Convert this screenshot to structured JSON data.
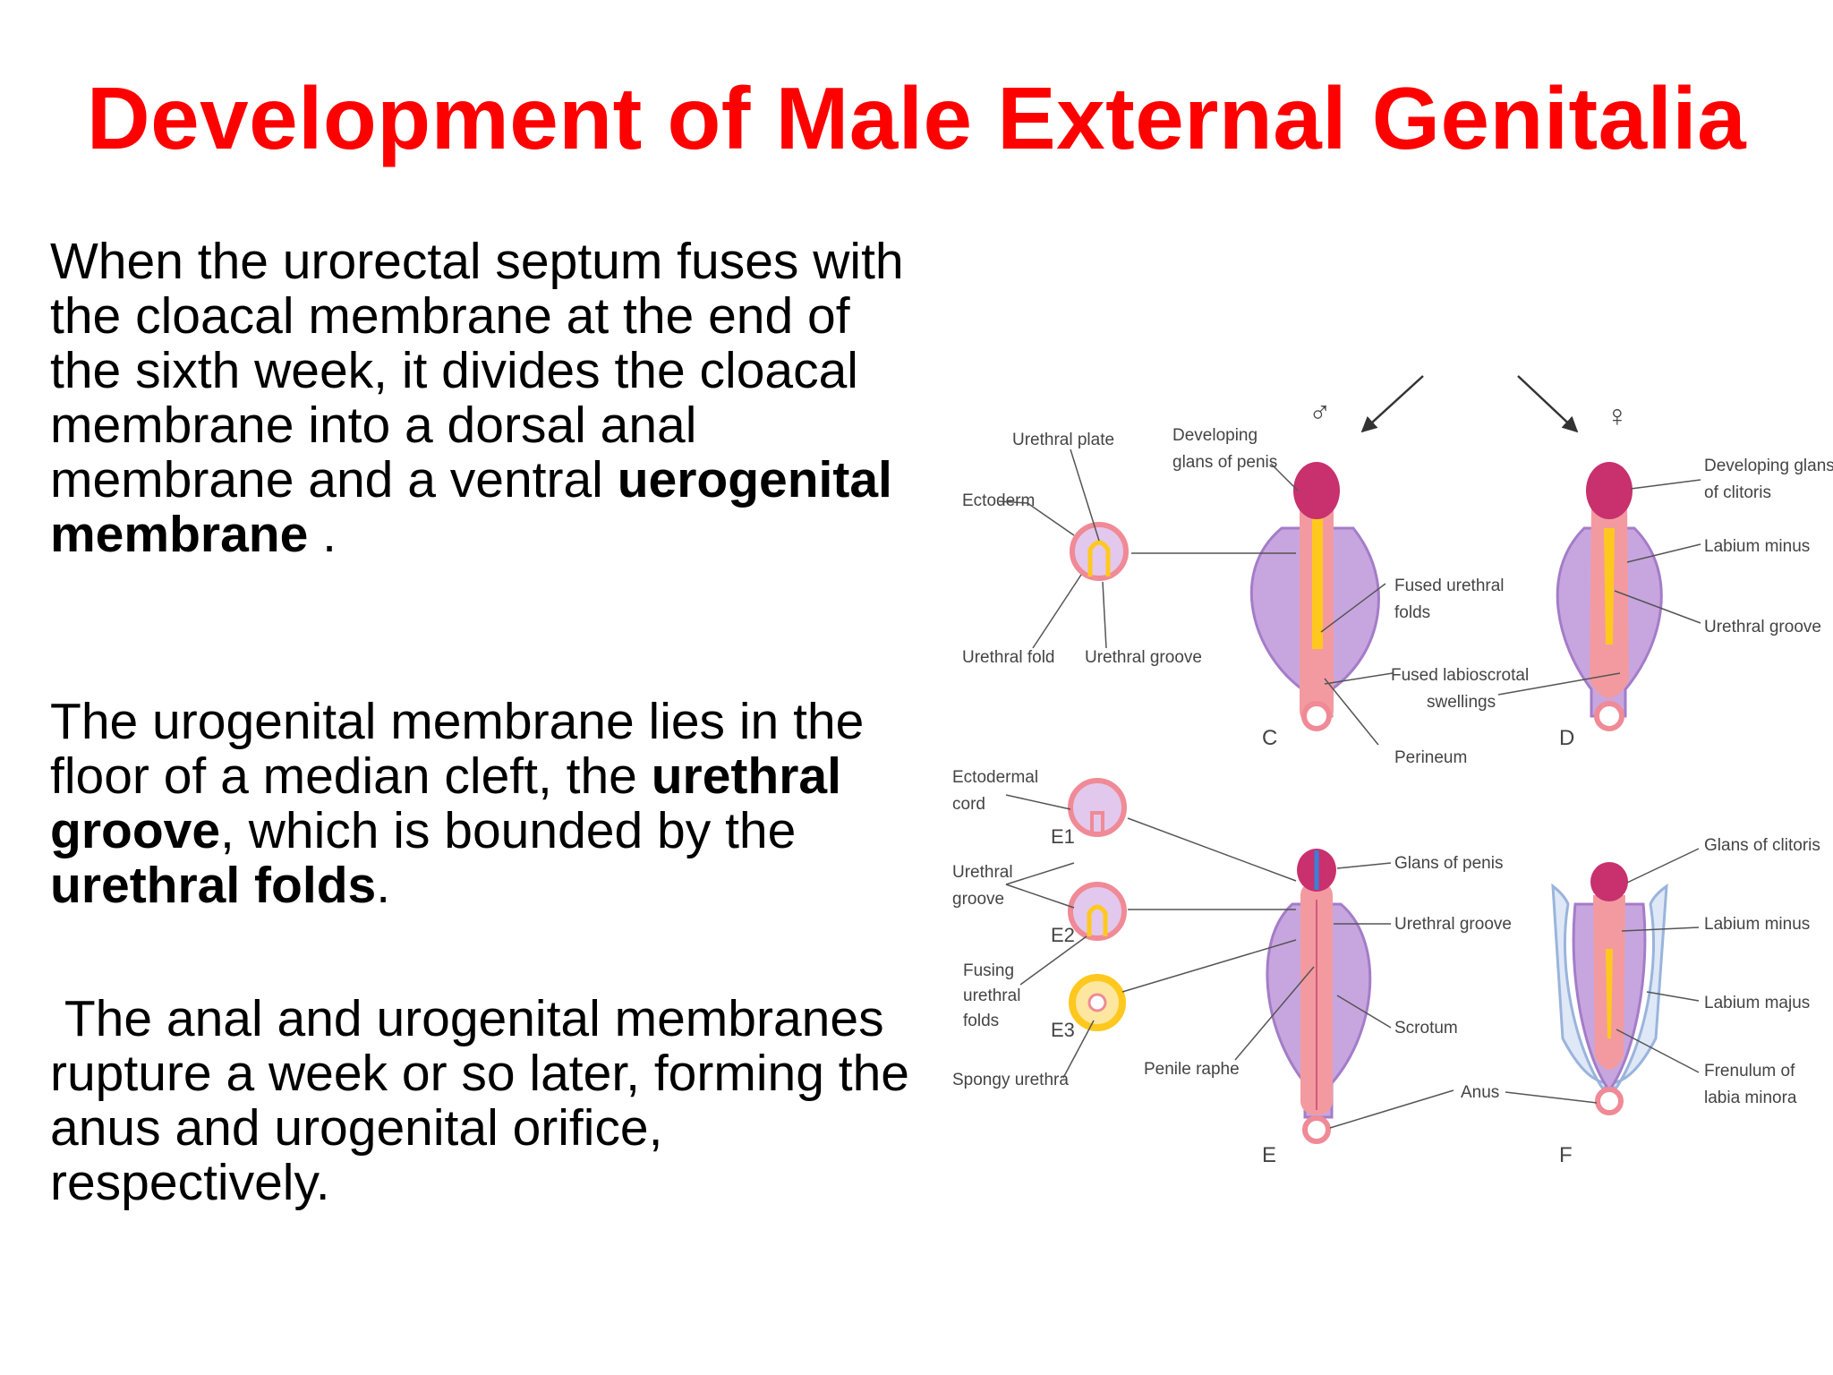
{
  "title": "Development of Male External Genitalia",
  "paragraphs": [
    {
      "pre": "When the urorectal septum fuses with the cloacal membrane at the end of the sixth week, it divides the cloacal membrane into a dorsal anal membrane and a ventral ",
      "bold1": "uerogenital membrane",
      "post": " ."
    },
    {
      "pre": "The urogenital membrane lies in the floor of a median cleft, the ",
      "bold1": "urethral groove",
      "mid": ", which is bounded by the ",
      "bold2": "urethral folds",
      "post": "."
    },
    {
      "pre": " The anal and urogenital membranes rupture a week or so later, forming the anus and urogenital orifice, respectively."
    }
  ],
  "diagram": {
    "male_symbol": "♂",
    "female_symbol": "♀",
    "panels": {
      "c": "C",
      "d": "D",
      "e": "E",
      "f": "F"
    },
    "stage_labels": {
      "e1": "E1",
      "e2": "E2",
      "e3": "E3"
    },
    "labels": {
      "urethral_plate": "Urethral plate",
      "ectoderm": "Ectoderm",
      "urethral_fold": "Urethral fold",
      "urethral_groove_top": "Urethral groove",
      "developing_glans_penis": [
        "Developing",
        "glans of penis"
      ],
      "fused_urethral_folds": [
        "Fused urethral",
        "folds"
      ],
      "fused_labioscrotal": [
        "Fused labioscrotal",
        "swellings"
      ],
      "perineum": "Perineum",
      "developing_glans_clitoris": [
        "Developing glans",
        "of clitoris"
      ],
      "labium_minus_top": "Labium minus",
      "urethral_groove_d": "Urethral groove",
      "ectodermal_cord": [
        "Ectodermal",
        "cord"
      ],
      "urethral_groove_left": [
        "Urethral",
        "groove"
      ],
      "fusing_urethral_folds": [
        "Fusing",
        "urethral",
        "folds"
      ],
      "spongy_urethra": "Spongy urethra",
      "penile_raphe": "Penile raphe",
      "glans_of_penis": "Glans of penis",
      "urethral_groove_e": "Urethral groove",
      "scrotum": "Scrotum",
      "anus": "Anus",
      "glans_of_clitoris": "Glans of clitoris",
      "labium_minus_f": "Labium minus",
      "labium_majus": "Labium majus",
      "frenulum": [
        "Frenulum of",
        "labia minora"
      ]
    }
  },
  "colors": {
    "title": "#ff0000",
    "glans": "#c8306e",
    "swelling_fill": "#c7a6df",
    "swelling_stroke": "#a47cc8",
    "fold_pink": "#f39aa0",
    "groove_yellow": "#ffc81e"
  }
}
